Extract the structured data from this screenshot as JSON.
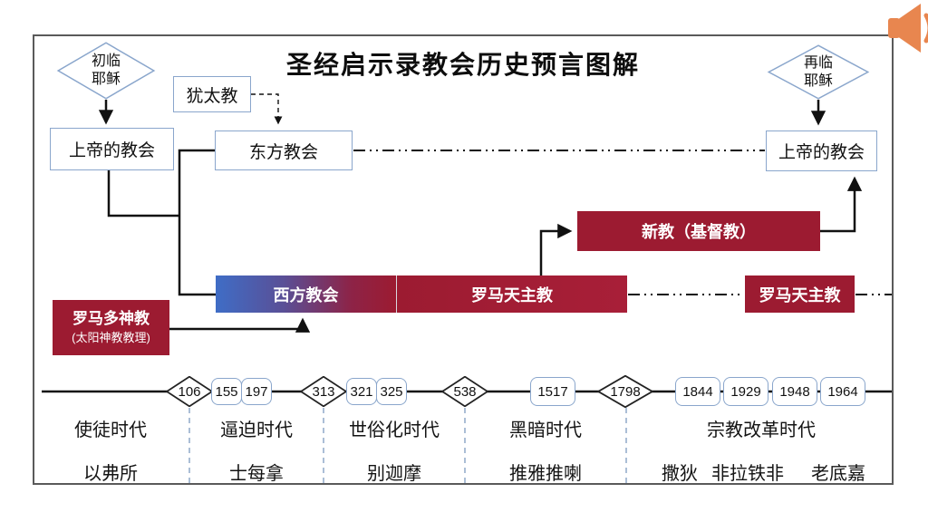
{
  "title": "圣经启示录教会历史预言图解",
  "icons": {
    "audio": "speaker-icon"
  },
  "colors": {
    "accent_red": "#9c1b31",
    "accent_blue": "#3f6dc6",
    "box_border_blue": "#8aa6cc",
    "speaker_orange": "#e8864f",
    "line_black": "#111111"
  },
  "nodes": {
    "first_coming": "初临\n耶稣",
    "second_coming": "再临\n耶稣",
    "judaism": "犹太教",
    "church_of_god_left": "上帝的教会",
    "church_of_god_right": "上帝的教会",
    "eastern_church": "东方教会",
    "protestant": "新教（基督教）",
    "western_church": "西方教会",
    "roman_catholic_bar": "罗马天主教",
    "roman_catholic_2": "罗马天主教",
    "roman_polytheism_line1": "罗马多神教",
    "roman_polytheism_line2": "(太阳神教教理)"
  },
  "timeline": {
    "markers": [
      {
        "year": "106",
        "style": "diamond"
      },
      {
        "year": "155",
        "style": "box"
      },
      {
        "year": "197",
        "style": "box"
      },
      {
        "year": "313",
        "style": "diamond"
      },
      {
        "year": "321",
        "style": "box"
      },
      {
        "year": "325",
        "style": "box"
      },
      {
        "year": "538",
        "style": "diamond"
      },
      {
        "year": "1517",
        "style": "box"
      },
      {
        "year": "1798",
        "style": "diamond"
      },
      {
        "year": "1844",
        "style": "box"
      },
      {
        "year": "1929",
        "style": "box"
      },
      {
        "year": "1948",
        "style": "box"
      },
      {
        "year": "1964",
        "style": "box"
      }
    ]
  },
  "eras": [
    {
      "era": "使徒时代",
      "church": "以弗所"
    },
    {
      "era": "逼迫时代",
      "church": "士每拿"
    },
    {
      "era": "世俗化时代",
      "church": "别迦摩"
    },
    {
      "era": "黑暗时代",
      "church": "推雅推喇"
    },
    {
      "era": "宗教改革时代",
      "churches": [
        "撒狄",
        "非拉铁非",
        "老底嘉"
      ]
    }
  ]
}
